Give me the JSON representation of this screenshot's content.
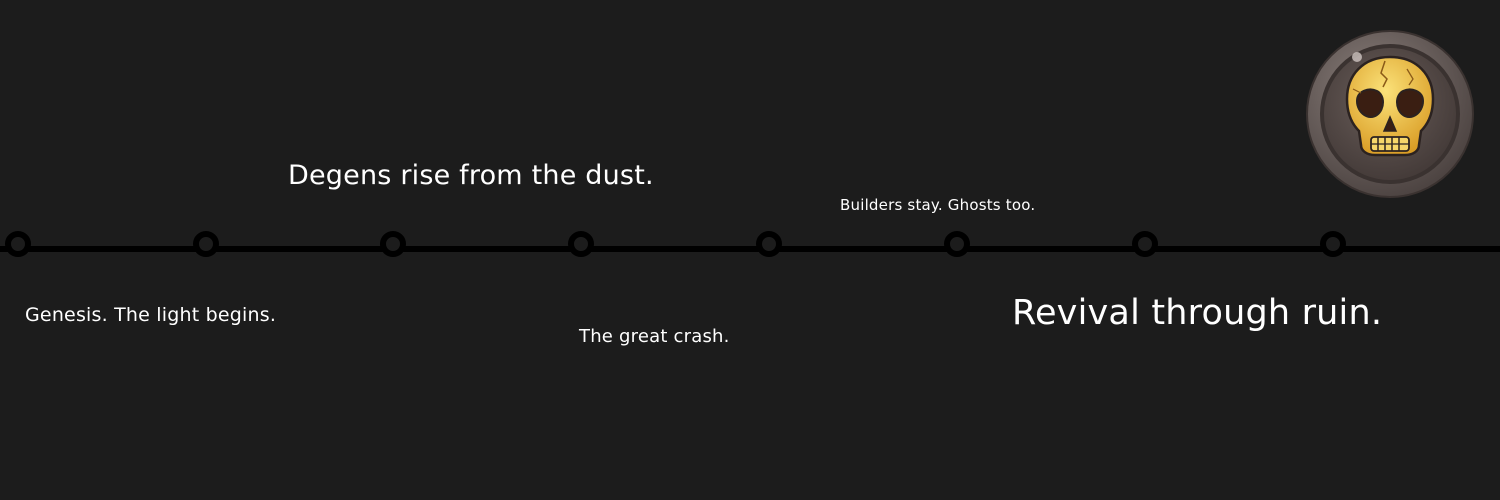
{
  "timeline": {
    "captions": {
      "genesis": "Genesis. The light begins.",
      "degens": "Degens rise from the dust.",
      "crash": "The great crash.",
      "builders": "Builders stay. Ghosts too.",
      "revival": "Revival through ruin."
    },
    "node_count": 8
  },
  "logo": {
    "icon": "skull-coin-icon"
  },
  "colors": {
    "background": "#1c1c1c",
    "line": "#000000",
    "text": "#ffffff",
    "coin_rim": "#6e6461",
    "coin_face": "#5a4f4c",
    "skull": "#f0c24a"
  }
}
